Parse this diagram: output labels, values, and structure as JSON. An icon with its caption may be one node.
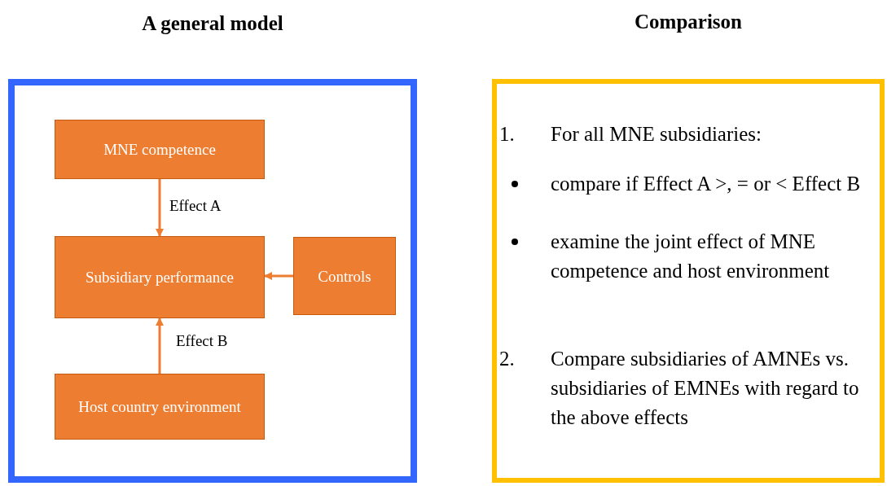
{
  "diagram": {
    "nodes": [
      {
        "text": [
          "A general model"
        ]
      },
      {
        "text": [
          "MNE competence"
        ],
        "in": 0
      },
      {
        "text": [
          "Subsidiary performance"
        ],
        "in": 0
      },
      {
        "text": [
          "Controls"
        ],
        "in": 0
      },
      {
        "text": [
          "Host country environment"
        ],
        "in": 0
      },
      {
        "text": [
          "Comparison",
          "1.",
          "For all MNE subsidiaries:",
          "compare if Effect A >, = or < Effect B",
          "examine the joint effect of MNE competence and host environment",
          "2.",
          "Compare subsidiaries of AMNEs vs. subsidiaries of EMNEs with regard to the above effects"
        ]
      }
    ],
    "edges": [
      {
        "from": 1,
        "to": 2,
        "arrow": "to",
        "label": "Effect A"
      },
      {
        "from": 4,
        "to": 2,
        "arrow": "to",
        "label": "Effect B"
      },
      {
        "from": 3,
        "to": 2,
        "arrow": "to"
      }
    ]
  }
}
